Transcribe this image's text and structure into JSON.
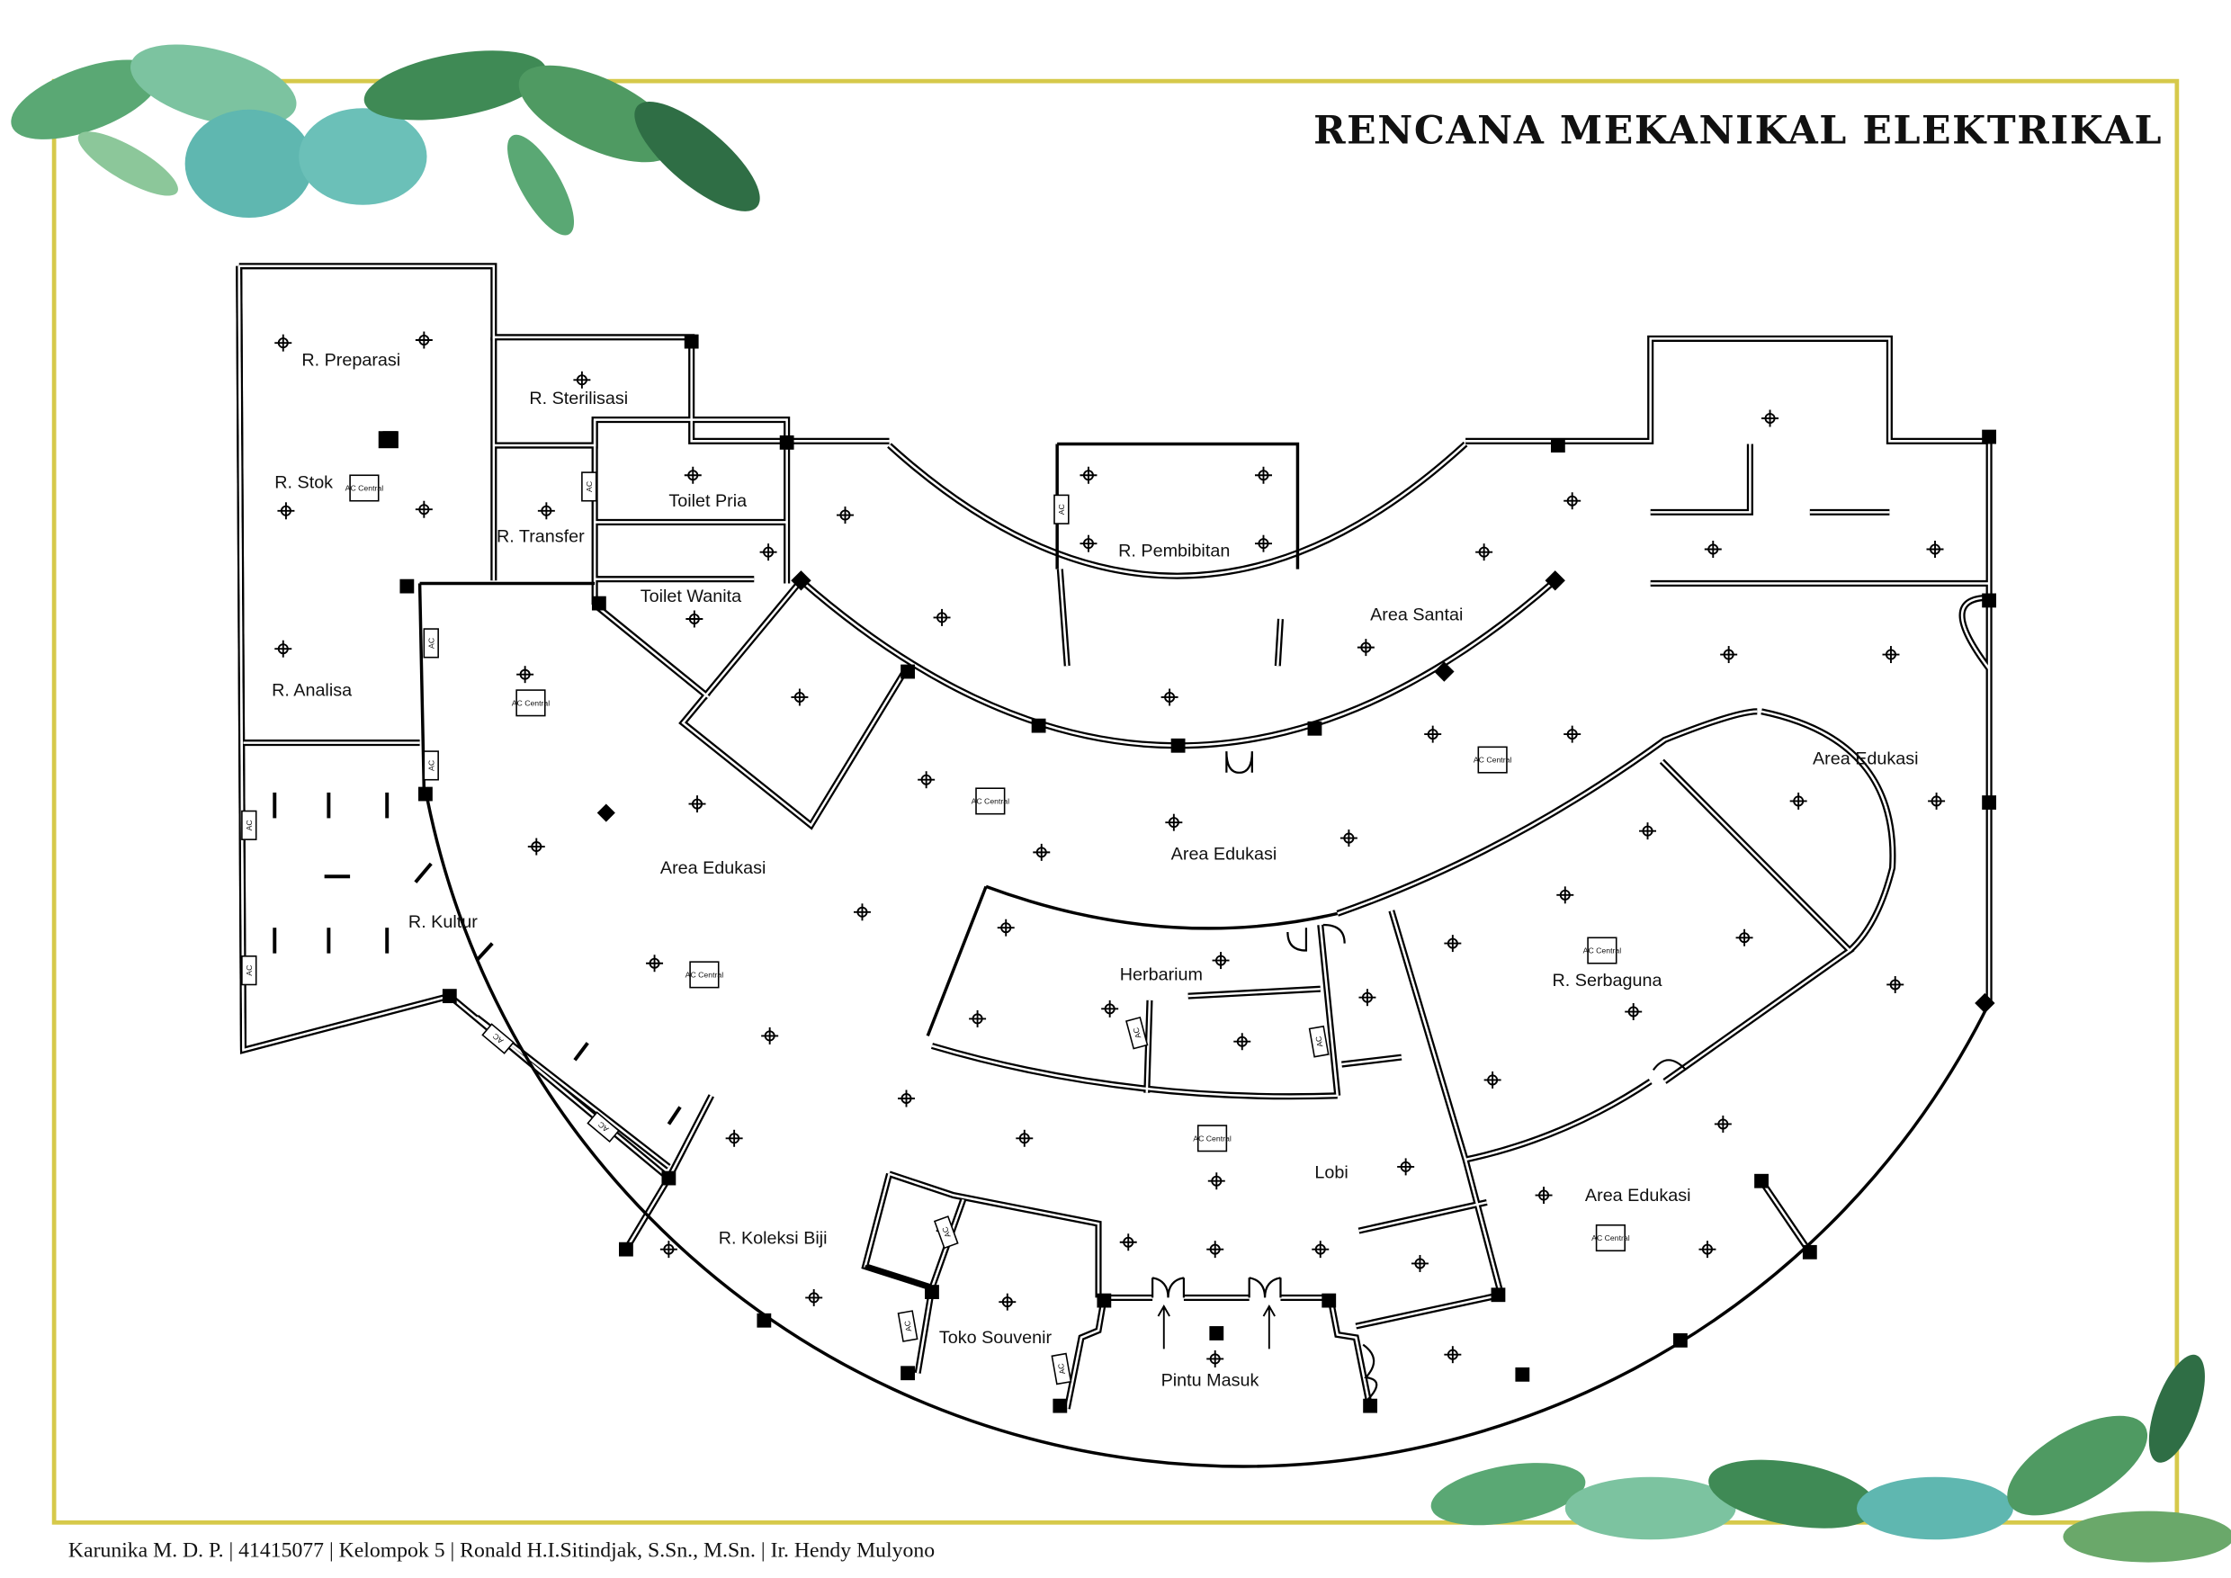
{
  "header": {
    "title": "RENCANA MEKANIKAL ELEKTRIKAL"
  },
  "footer": {
    "credits": "Karunika M. D. P. | 41415077 | Kelompok 5 | Ronald H.I.Sitindjak, S.Sn., M.Sn. | Ir. Hendy Mulyono"
  },
  "plan": {
    "rooms": [
      "R. Preparasi",
      "R. Stok",
      "R. Sterilisasi",
      "R. Transfer",
      "Toilet Pria",
      "Toilet Wanita",
      "R. Analisa",
      "R. Kultur",
      "Area Edukasi",
      "R. Pembibitan",
      "Area Santai",
      "Area Edukasi",
      "Area Edukasi",
      "Herbarium",
      "R. Serbaguna",
      "Lobi",
      "Area Edukasi",
      "R. Koleksi Biji",
      "Toko Souvenir",
      "Pintu Masuk"
    ],
    "ac_central_label": "AC Central",
    "ac_unit_label": "AC"
  },
  "colors": {
    "border": "#d6c94a",
    "leaf_dark": "#3f8a55",
    "leaf_light": "#7cc3a0",
    "wall": "#000000"
  }
}
